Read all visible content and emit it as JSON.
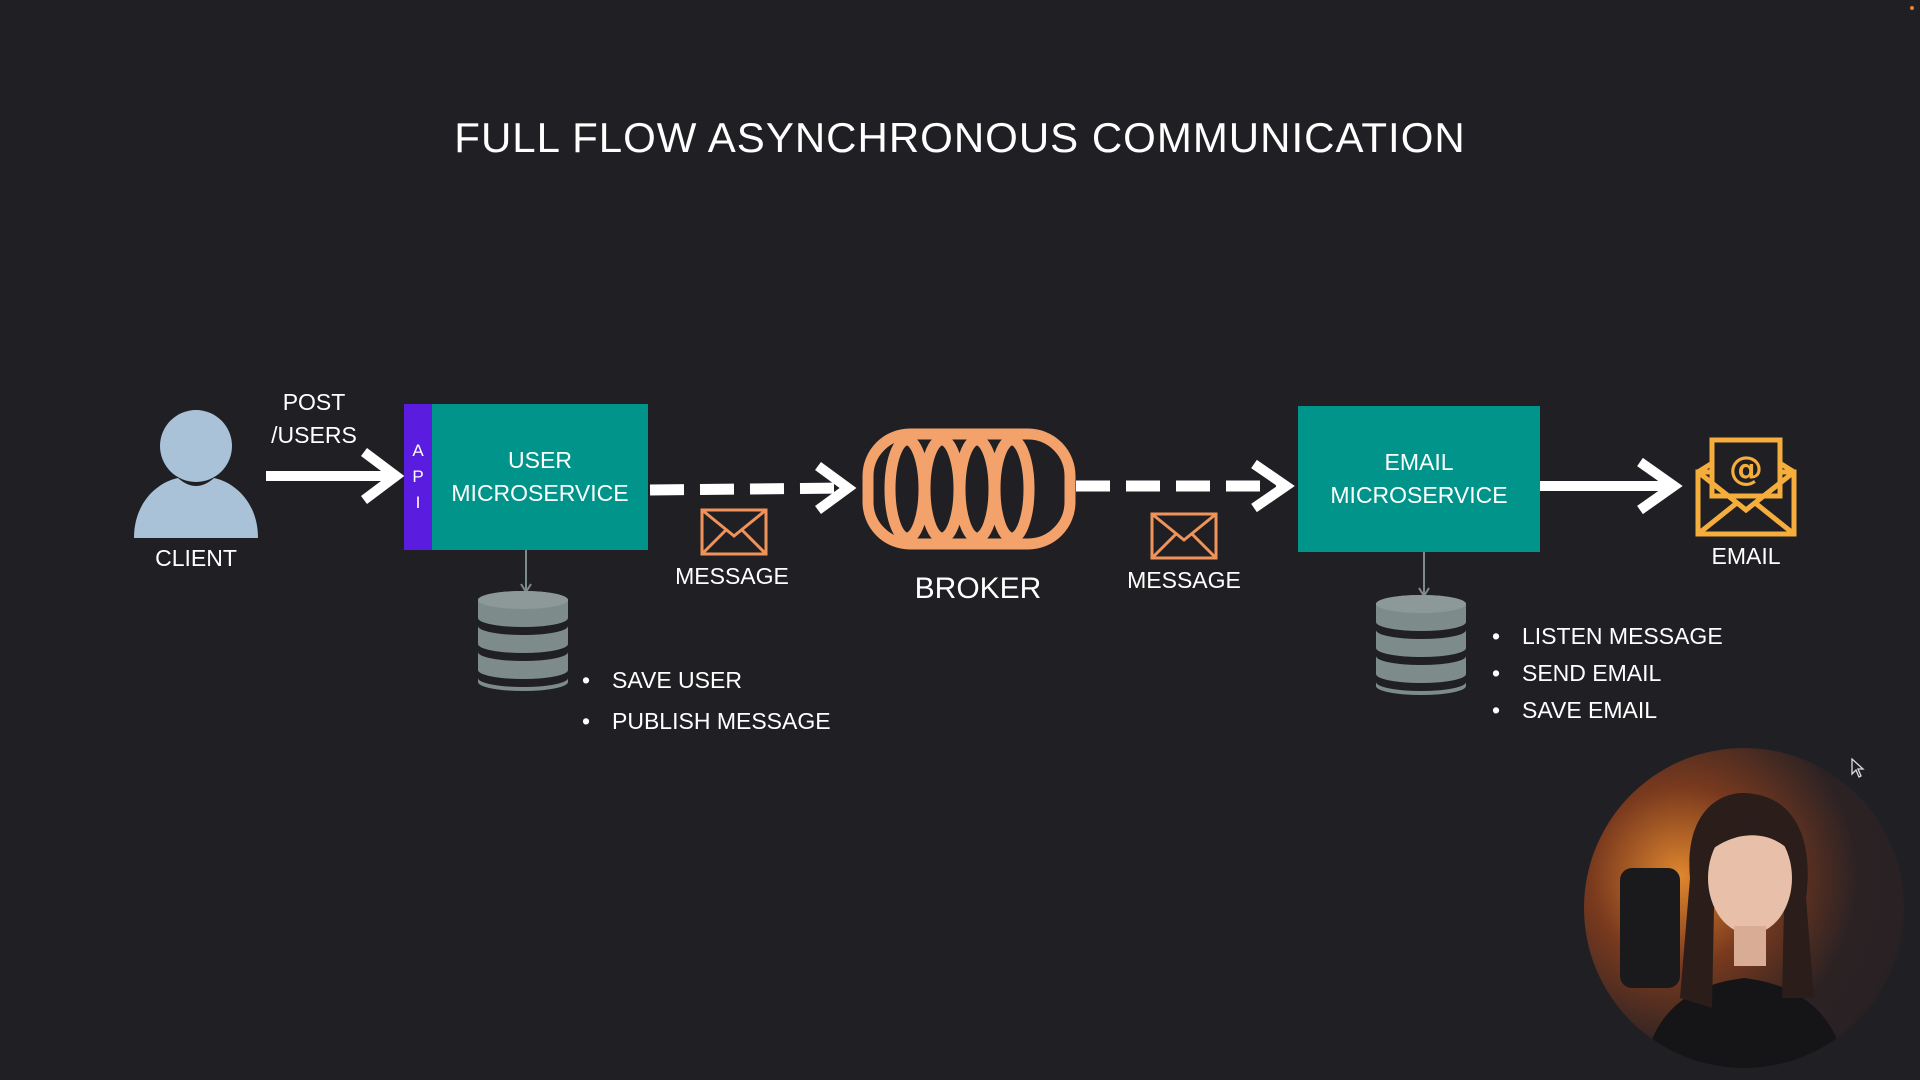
{
  "title": "FULL FLOW ASYNCHRONOUS COMMUNICATION",
  "client": {
    "label": "CLIENT",
    "icon": "user-icon"
  },
  "request": {
    "line1": "POST",
    "line2": "/USERS"
  },
  "api_letters": [
    "A",
    "P",
    "I"
  ],
  "user_service": {
    "line1": "USER",
    "line2": "MICROSERVICE"
  },
  "message_left": "MESSAGE",
  "broker": {
    "label": "BROKER",
    "icon": "queue-icon"
  },
  "message_right": "MESSAGE",
  "email_service": {
    "line1": "EMAIL",
    "line2": "MICROSERVICE"
  },
  "email": {
    "label": "EMAIL",
    "icon": "email-at-icon"
  },
  "user_service_tasks": [
    "SAVE USER",
    "PUBLISH MESSAGE"
  ],
  "email_service_tasks": [
    "LISTEN MESSAGE",
    "SEND EMAIL",
    "SAVE EMAIL"
  ],
  "colors": {
    "background": "#202024",
    "service": "#00948a",
    "api": "#5a1de0",
    "broker": "#f4a26b",
    "envelope": "#f0935a",
    "email_icon": "#f5ad3c",
    "database": "#7d8b8a",
    "client": "#a9c2d8"
  }
}
